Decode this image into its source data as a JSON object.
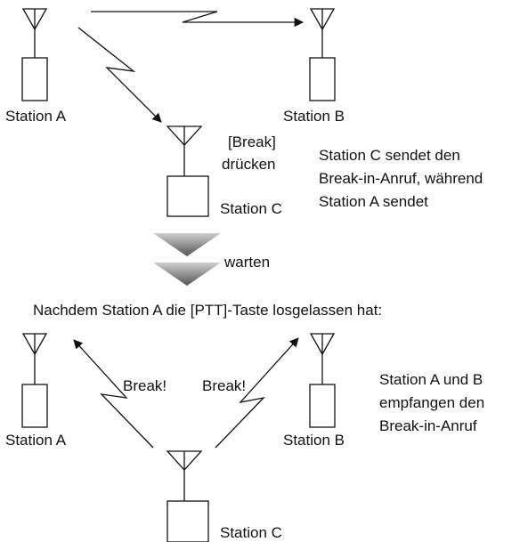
{
  "top": {
    "station_a": "Station A",
    "station_b": "Station B",
    "station_c": "Station C",
    "press_line1": "[Break]",
    "press_line2": "drücken",
    "note_lines": [
      "Station C sendet den",
      "Break-in-Anruf, während",
      "Station A sendet"
    ]
  },
  "middle": {
    "wait_label": "warten",
    "caption": "Nachdem Station A die [PTT]-Taste losgelassen hat:"
  },
  "bottom": {
    "station_a": "Station A",
    "station_b": "Station B",
    "station_c": "Station C",
    "break_left": "Break!",
    "break_right": "Break!",
    "note_lines": [
      "Station A und B",
      "empfangen den",
      "Break-in-Anruf"
    ]
  },
  "colors": {
    "line": "#111111",
    "wait_arrow_dark": "#555555",
    "wait_arrow_light": "#cfcfcf"
  },
  "icons": {
    "antenna": "antenna-icon",
    "radio": "radio-box-icon",
    "wait_arrow": "chevron-down-icon"
  }
}
